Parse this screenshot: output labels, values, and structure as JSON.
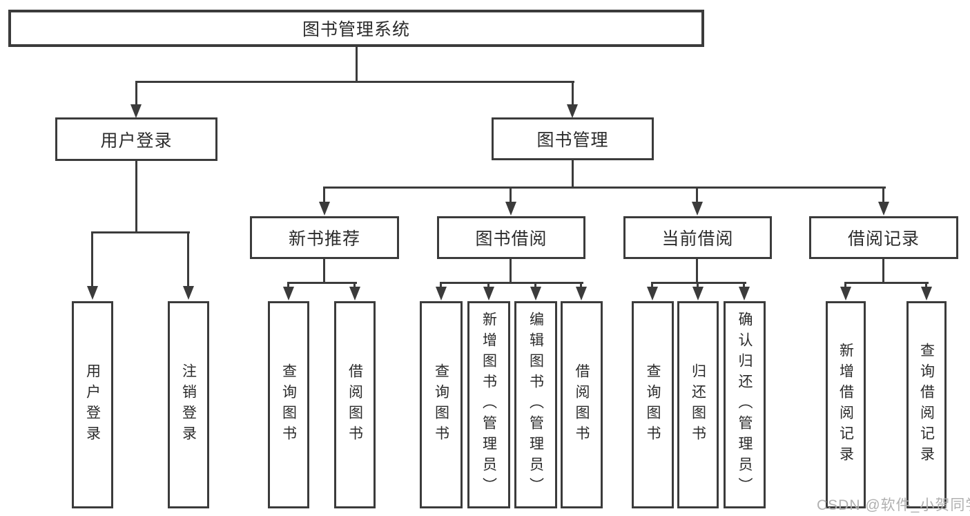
{
  "tree": {
    "root": {
      "label": "图书管理系统",
      "children": [
        {
          "label": "用户登录",
          "children": [
            {
              "label": "用户登录"
            },
            {
              "label": "注销登录"
            }
          ]
        },
        {
          "label": "图书管理",
          "children": [
            {
              "label": "新书推荐",
              "children": [
                {
                  "label": "查询图书"
                },
                {
                  "label": "借阅图书"
                }
              ]
            },
            {
              "label": "图书借阅",
              "children": [
                {
                  "label": "查询图书"
                },
                {
                  "label": "新增图书（管理员）"
                },
                {
                  "label": "编辑图书（管理员）"
                },
                {
                  "label": "借阅图书"
                }
              ]
            },
            {
              "label": "当前借阅",
              "children": [
                {
                  "label": "查询图书"
                },
                {
                  "label": "归还图书"
                },
                {
                  "label": "确认归还（管理员）"
                }
              ]
            },
            {
              "label": "借阅记录",
              "children": [
                {
                  "label": "新增借阅记录"
                },
                {
                  "label": "查询借阅记录"
                }
              ]
            }
          ]
        }
      ]
    }
  },
  "watermark": {
    "text": "CSDN @软件_小贺同学"
  },
  "colors": {
    "line": "#3b3b3b",
    "text": "#2b2b2b",
    "background": "#ffffff",
    "watermark": "#b0b0b0"
  }
}
